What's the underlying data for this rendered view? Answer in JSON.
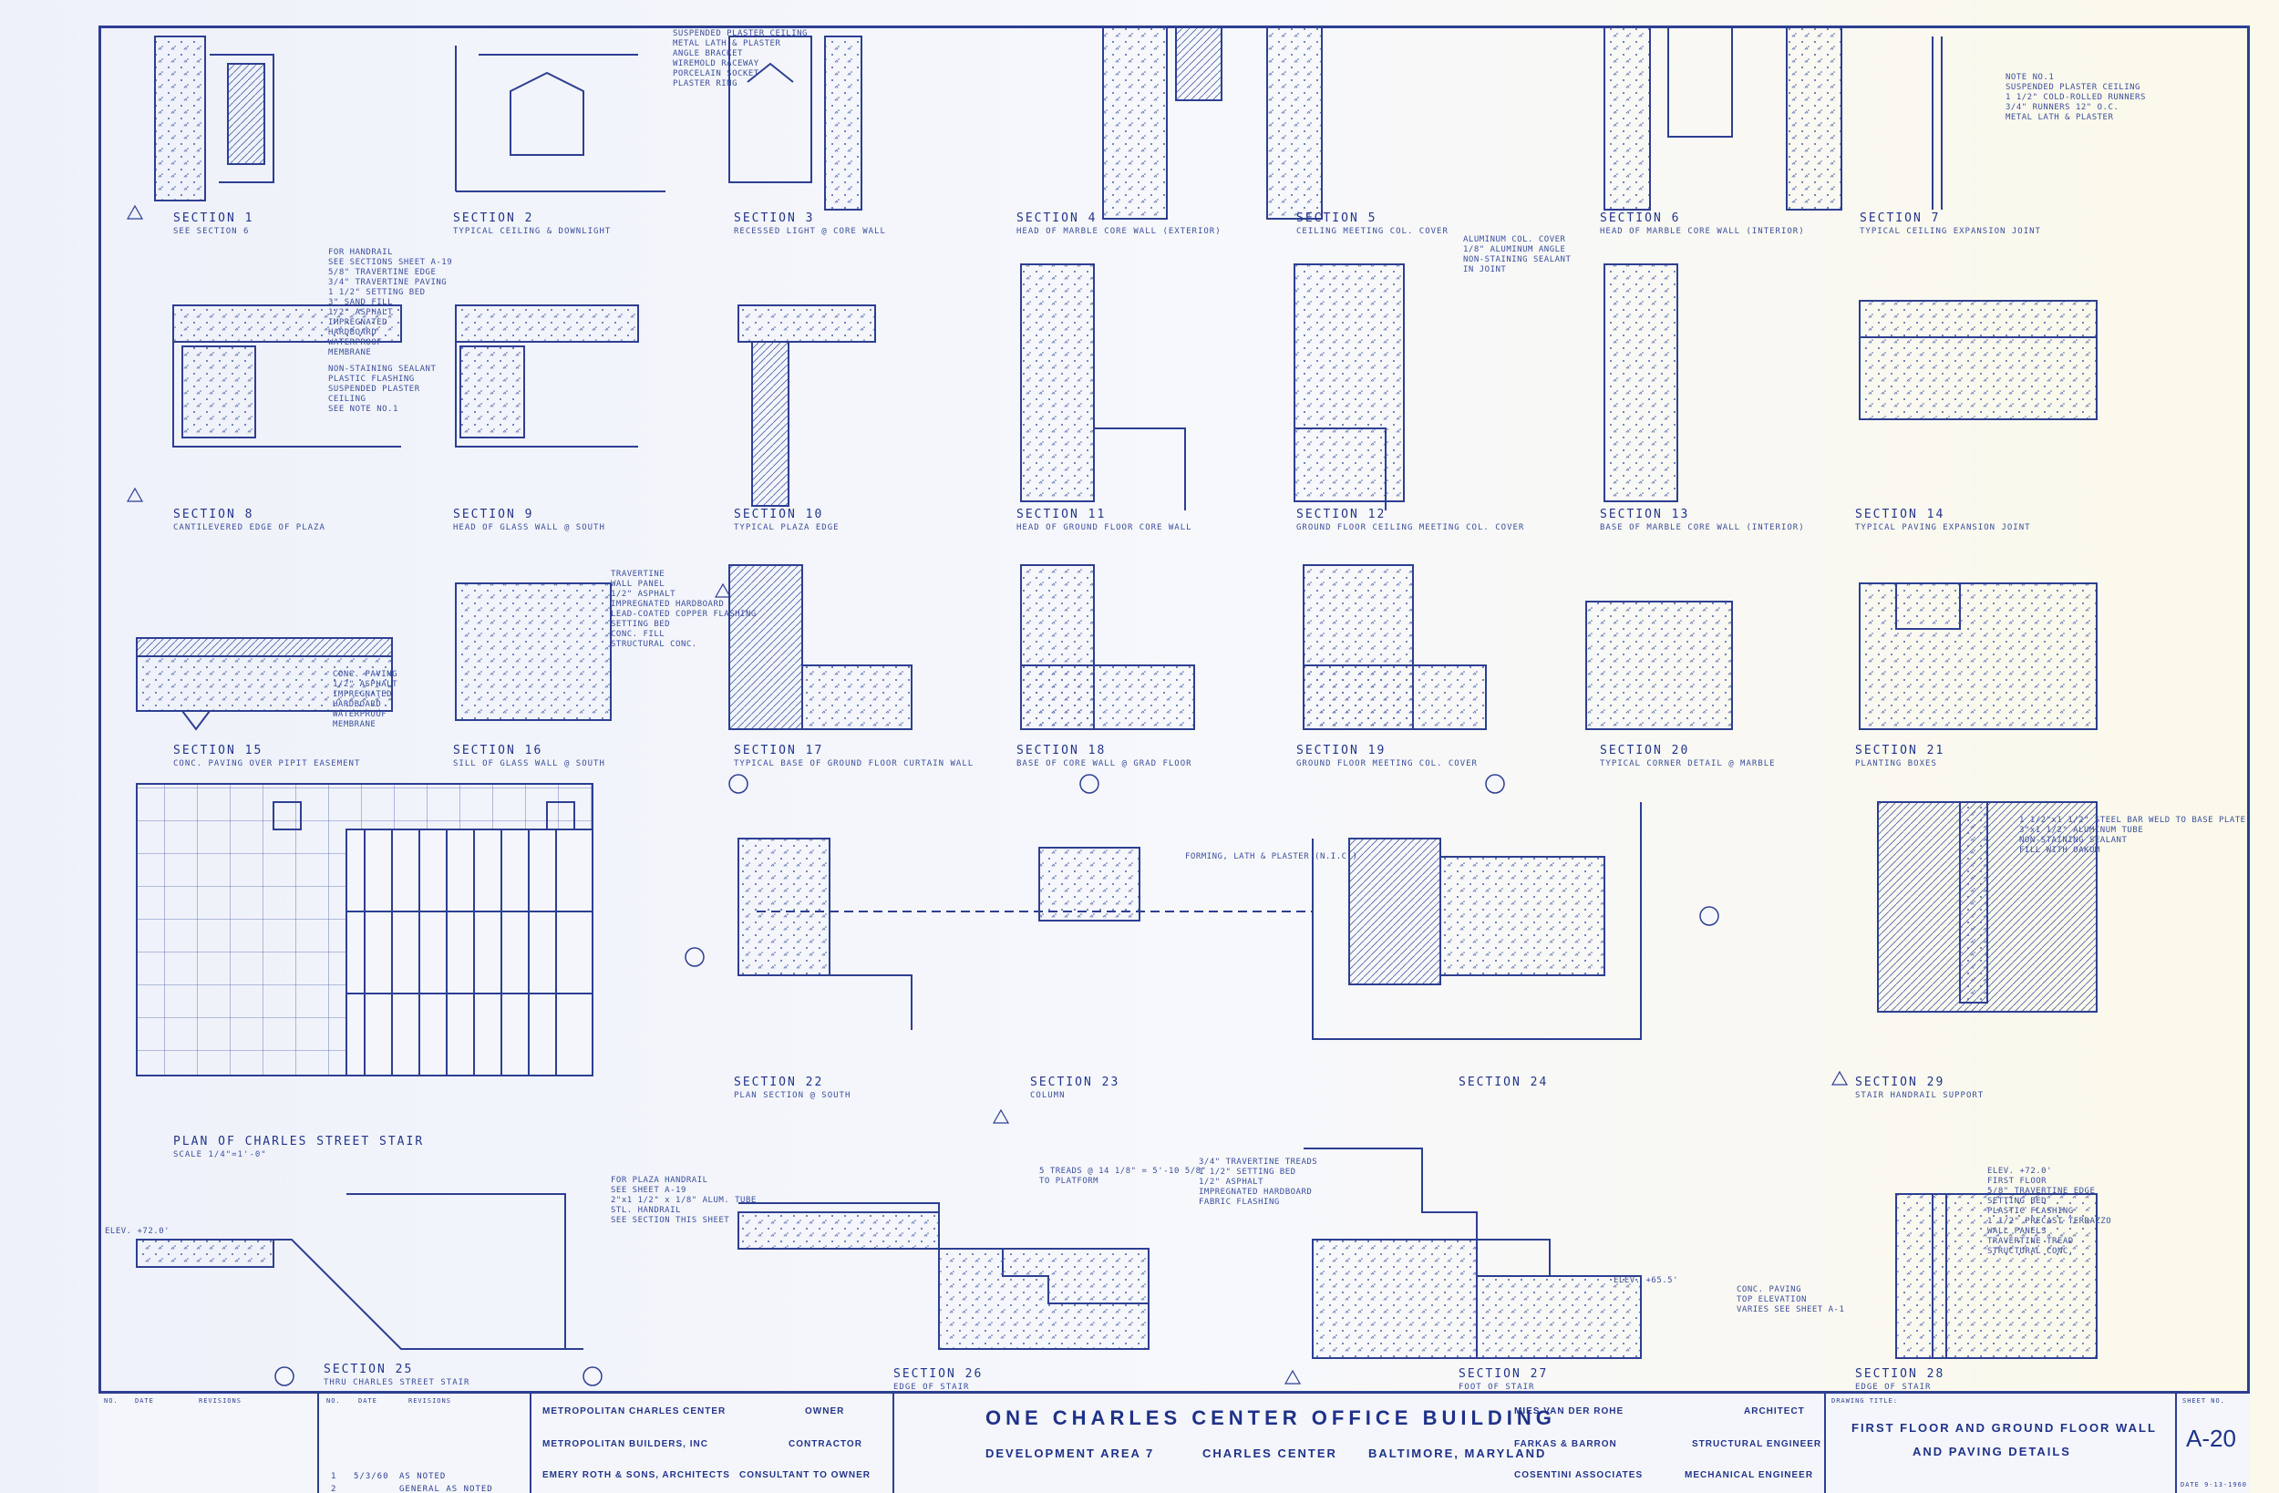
{
  "sections_row1": [
    {
      "title": "SECTION 1",
      "sub": "SEE SECTION 6"
    },
    {
      "title": "SECTION 2",
      "sub": "TYPICAL CEILING & DOWNLIGHT"
    },
    {
      "title": "SECTION 3",
      "sub": "RECESSED LIGHT @ CORE WALL"
    },
    {
      "title": "SECTION 4",
      "sub": "HEAD OF MARBLE CORE WALL (EXTERIOR)"
    },
    {
      "title": "SECTION 5",
      "sub": "CEILING MEETING COL. COVER"
    },
    {
      "title": "SECTION 6",
      "sub": "HEAD OF MARBLE CORE WALL (INTERIOR)"
    },
    {
      "title": "SECTION 7",
      "sub": "TYPICAL CEILING EXPANSION JOINT"
    }
  ],
  "sections_row2": [
    {
      "title": "SECTION 8",
      "sub": "CANTILEVERED EDGE OF PLAZA"
    },
    {
      "title": "SECTION 9",
      "sub": "HEAD OF GLASS WALL @ SOUTH"
    },
    {
      "title": "SECTION 10",
      "sub": "TYPICAL PLAZA EDGE"
    },
    {
      "title": "SECTION 11",
      "sub": "HEAD OF GROUND FLOOR CORE WALL"
    },
    {
      "title": "SECTION 12",
      "sub": "GROUND FLOOR CEILING MEETING COL. COVER"
    },
    {
      "title": "SECTION 13",
      "sub": "BASE OF MARBLE CORE WALL (INTERIOR)"
    },
    {
      "title": "SECTION 14",
      "sub": "TYPICAL PAVING EXPANSION JOINT"
    }
  ],
  "sections_row3": [
    {
      "title": "SECTION 15",
      "sub": "CONC. PAVING OVER PIPIT EASEMENT"
    },
    {
      "title": "SECTION 16",
      "sub": "SILL OF GLASS WALL @ SOUTH"
    },
    {
      "title": "SECTION 17",
      "sub": "TYPICAL BASE OF GROUND FLOOR CURTAIN WALL"
    },
    {
      "title": "SECTION 18",
      "sub": "BASE OF CORE WALL @ GRAD FLOOR"
    },
    {
      "title": "SECTION 19",
      "sub": "GROUND FLOOR MEETING COL. COVER"
    },
    {
      "title": "SECTION 20",
      "sub": "TYPICAL CORNER DETAIL @ MARBLE"
    },
    {
      "title": "SECTION 21",
      "sub": "PLANTING BOXES"
    }
  ],
  "sections_row4": [
    {
      "title": "SECTION 22",
      "sub": "PLAN SECTION @ SOUTH"
    },
    {
      "title": "SECTION 23",
      "sub": "COLUMN"
    },
    {
      "title": "SECTION 24",
      "sub": ""
    },
    {
      "title": "SECTION 29",
      "sub": "STAIR HANDRAIL SUPPORT"
    }
  ],
  "sections_row5": [
    {
      "title": "SECTION 25",
      "sub": "THRU CHARLES STREET STAIR"
    },
    {
      "title": "SECTION 26",
      "sub": "EDGE OF STAIR"
    },
    {
      "title": "SECTION 27",
      "sub": "FOOT OF STAIR"
    },
    {
      "title": "SECTION 28",
      "sub": "EDGE OF STAIR"
    }
  ],
  "plan_label": {
    "title": "PLAN OF CHARLES STREET STAIR",
    "sub": "SCALE 1/4\"=1'-0\""
  },
  "notes": {
    "n1": "SUSPENDED PLASTER CEILING\nMETAL LATH & PLASTER\nANGLE BRACKET\nWIREMOLD RACEWAY\nPORCELAIN SOCKET\nPLASTER RING",
    "n2": "FOR HANDRAIL\nSEE SECTIONS SHEET A-19\n5/8\" TRAVERTINE EDGE\n3/4\" TRAVERTINE PAVING\n1 1/2\" SETTING BED\n3\" SAND FILL\n1/2\" ASPHALT\nIMPREGNATED\nHARDBOARD\nWATERPROOF\nMEMBRANE",
    "n3": "NON-STAINING SEALANT\nPLASTIC FLASHING\nSUSPENDED PLASTER\nCEILING\nSEE NOTE NO.1",
    "n4": "ALUMINUM COL. COVER\n1/8\" ALUMINUM ANGLE\nNON-STAINING SEALANT\nIN JOINT",
    "n5": "NOTE NO.1\nSUSPENDED PLASTER CEILING\n1 1/2\" COLD-ROLLED RUNNERS\n3/4\" RUNNERS 12\" O.C.\nMETAL LATH & PLASTER",
    "n6": "CONC. PAVING\n1/2\" ASPHALT\nIMPREGNATED\nHARDBOARD\nWATERPROOF\nMEMBRANE",
    "n7": "TRAVERTINE\nWALL PANEL\n1/2\" ASPHALT\nIMPREGNATED HARDBOARD\nLEAD-COATED COPPER FLASHING\nSETTING BED\nCONC. FILL\nSTRUCTURAL CONC.",
    "n8": "FORMING, LATH & PLASTER (N.I.C.)",
    "n9": "1 1/2\"x1 1/2\" STEEL BAR WELD TO BASE PLATE\n3\"x1 1/2\" ALUMINUM TUBE\nNON-STAINING SEALANT\nFILL WITH OAKUM",
    "n10": "FOR PLAZA HANDRAIL\nSEE SHEET A-19\n2\"x1 1/2\" x 1/8\" ALUM. TUBE\nSTL. HANDRAIL\nSEE SECTION THIS SHEET",
    "n11": "5 TREADS @ 14 1/8\" = 5'-10 5/8\"\nTO PLATFORM",
    "n12": "3/4\" TRAVERTINE TREADS\n1 1/2\" SETTING BED\n1/2\" ASPHALT\nIMPREGNATED HARDBOARD\nFABRIC FLASHING",
    "n13": "CONC. PAVING\nTOP ELEVATION\nVARIES SEE SHEET A-1",
    "n14": "ELEV. +72.0'\nFIRST FLOOR\n5/8\" TRAVERTINE EDGE\nSETTING BED\nPLASTIC FLASHING\n1 1/2\" PRECAST TERRAZZO\nWALL PANELS\nTRAVERTINE TREAD\nSTRUCTURAL CONC.",
    "elev1": "ELEV. +72.0'",
    "elev2": "ELEV. +65.5'"
  },
  "title_block": {
    "revisions_header": {
      "no": "NO.",
      "date": "DATE",
      "revisions": "REVISIONS"
    },
    "revisions": [
      {
        "no": "1",
        "date": "5/3/60",
        "text": "AS NOTED"
      },
      {
        "no": "2",
        "date": "",
        "text": "GENERAL AS NOTED"
      }
    ],
    "parties": [
      {
        "name": "METROPOLITAN CHARLES CENTER",
        "role": "OWNER"
      },
      {
        "name": "METROPOLITAN BUILDERS, INC",
        "role": "CONTRACTOR"
      },
      {
        "name": "EMERY ROTH & SONS, ARCHITECTS",
        "role": "CONSULTANT TO OWNER"
      }
    ],
    "project_title": "ONE CHARLES CENTER OFFICE BUILDING",
    "location_line": [
      "DEVELOPMENT AREA 7",
      "CHARLES CENTER",
      "BALTIMORE, MARYLAND"
    ],
    "consultants": [
      {
        "name": "MIES VAN DER ROHE",
        "role": "ARCHITECT"
      },
      {
        "name": "FARKAS & BARRON",
        "role": "STRUCTURAL ENGINEER"
      },
      {
        "name": "COSENTINI ASSOCIATES",
        "role": "MECHANICAL ENGINEER"
      }
    ],
    "drawing_title_label": "DRAWING TITLE:",
    "drawing_title": [
      "FIRST FLOOR AND GROUND FLOOR WALL",
      "AND PAVING DETAILS"
    ],
    "sheet_label": "SHEET NO.",
    "sheet_no": "A-20",
    "date_label": "DATE 9-13-1960"
  }
}
